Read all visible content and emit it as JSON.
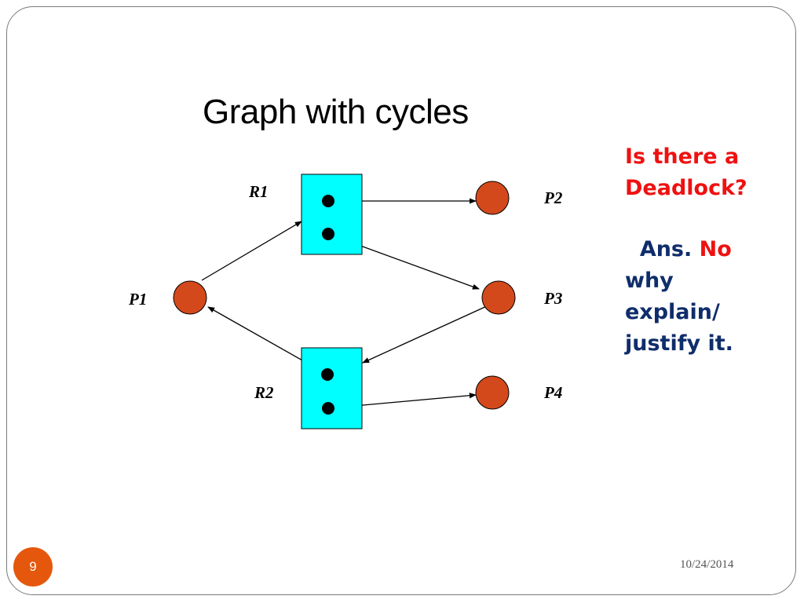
{
  "slide": {
    "title": "Graph with cycles",
    "number": "9",
    "date": "10/24/2014"
  },
  "graph": {
    "resources": [
      {
        "id": "R1",
        "label": "R1",
        "instances": 2
      },
      {
        "id": "R2",
        "label": "R2",
        "instances": 2
      }
    ],
    "processes": [
      {
        "id": "P1",
        "label": "P1"
      },
      {
        "id": "P2",
        "label": "P2"
      },
      {
        "id": "P3",
        "label": "P3"
      },
      {
        "id": "P4",
        "label": "P4"
      }
    ],
    "edges": [
      {
        "from": "P1",
        "to": "R1",
        "kind": "request"
      },
      {
        "from": "R1",
        "to": "P2",
        "kind": "assignment"
      },
      {
        "from": "R1",
        "to": "P3",
        "kind": "assignment"
      },
      {
        "from": "P3",
        "to": "R2",
        "kind": "request"
      },
      {
        "from": "R2",
        "to": "P1",
        "kind": "assignment"
      },
      {
        "from": "R2",
        "to": "P4",
        "kind": "assignment"
      }
    ],
    "colors": {
      "resource": "#00ffff",
      "process": "#d4491b",
      "edge": "#000000"
    }
  },
  "question": {
    "line1": "Is there a",
    "line2": "Deadlock?",
    "ans_prefix": "Ans.",
    "ans_value": "No",
    "line4": "why",
    "line5": "explain/",
    "line6": "justify it."
  }
}
